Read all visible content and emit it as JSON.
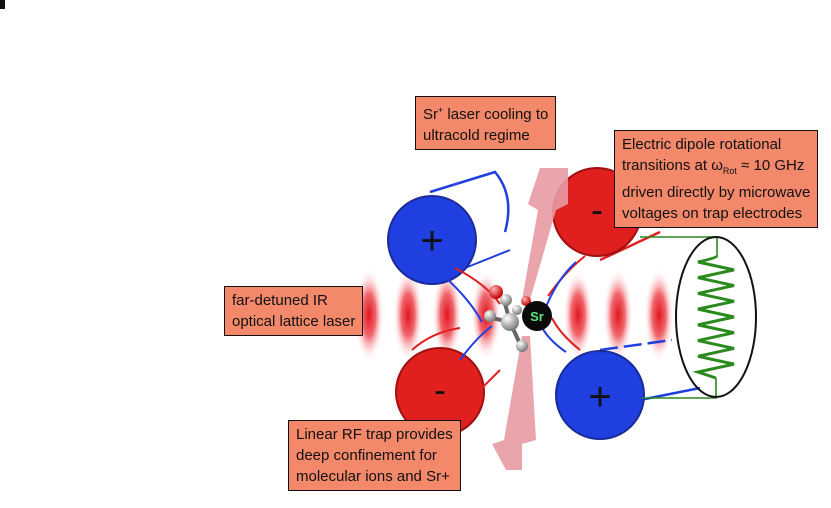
{
  "labels": {
    "cooling": {
      "line1_pre": "Sr",
      "line1_sup": "+",
      "line1_post": " laser cooling to",
      "line2": "ultracold regime"
    },
    "dipole": {
      "line1": "Electric dipole rotational",
      "line2_pre": "transitions at ω",
      "line2_sub": "Rot",
      "line2_post": " ≈ 10 GHz",
      "line3": "driven directly by microwave",
      "line4": "voltages on trap electrodes"
    },
    "lattice": {
      "line1": "far-detuned IR",
      "line2": "optical lattice laser"
    },
    "rftrap": {
      "line1": "Linear RF trap provides",
      "line2": "deep confinement for",
      "line3": "molecular ions and Sr+"
    }
  },
  "electrodes": {
    "top_left": "+",
    "top_right": "-",
    "bottom_left": "-",
    "bottom_right": "+"
  },
  "ion_label": "Sr",
  "colors": {
    "label_bg": "#f4886a",
    "positive_electrode": "#1f3fe0",
    "negative_electrode": "#e01f1f",
    "laser_beam": "#e89aa3",
    "microwave": "#2a8a1e"
  }
}
